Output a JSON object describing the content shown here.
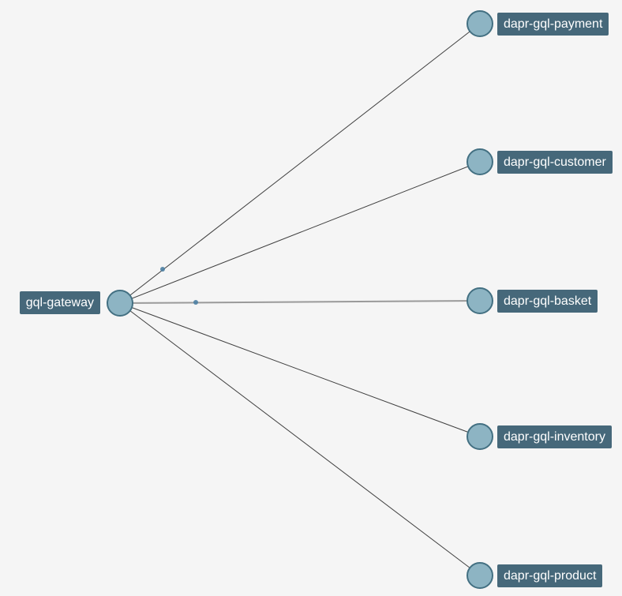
{
  "diagram": {
    "type": "service-graph",
    "background_color": "#f5f5f5",
    "colors": {
      "node_fill": "#8db4c3",
      "node_border": "#437082",
      "label_background": "#46687a",
      "label_text": "#ffffff",
      "edge": "#3f3f3f",
      "edge_highlight": "#9a9a9a",
      "traffic_dot": "#4c80a3"
    },
    "nodes": [
      {
        "id": "gql-gateway",
        "label": "gql-gateway"
      },
      {
        "id": "dapr-gql-payment",
        "label": "dapr-gql-payment"
      },
      {
        "id": "dapr-gql-customer",
        "label": "dapr-gql-customer"
      },
      {
        "id": "dapr-gql-basket",
        "label": "dapr-gql-basket"
      },
      {
        "id": "dapr-gql-inventory",
        "label": "dapr-gql-inventory"
      },
      {
        "id": "dapr-gql-product",
        "label": "dapr-gql-product"
      }
    ],
    "edges": [
      {
        "from": "gql-gateway",
        "to": "dapr-gql-payment",
        "highlighted": false,
        "traffic_dot": true
      },
      {
        "from": "gql-gateway",
        "to": "dapr-gql-customer",
        "highlighted": false,
        "traffic_dot": false
      },
      {
        "from": "gql-gateway",
        "to": "dapr-gql-basket",
        "highlighted": true,
        "traffic_dot": true
      },
      {
        "from": "gql-gateway",
        "to": "dapr-gql-inventory",
        "highlighted": false,
        "traffic_dot": false
      },
      {
        "from": "gql-gateway",
        "to": "dapr-gql-product",
        "highlighted": false,
        "traffic_dot": false
      }
    ]
  }
}
